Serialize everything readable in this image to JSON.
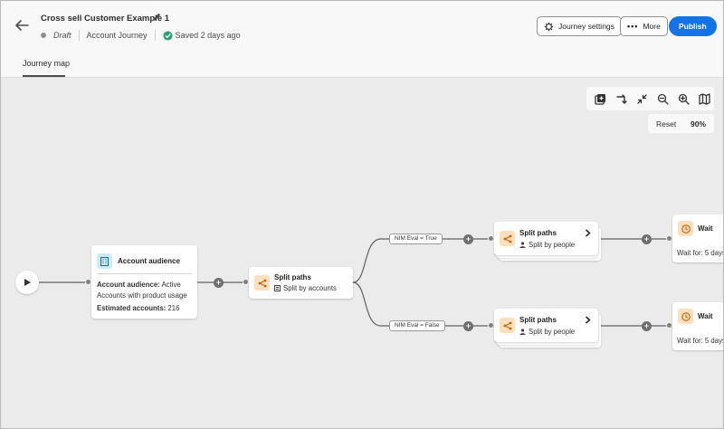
{
  "header": {
    "title": "Cross sell Customer Example 1",
    "status": "Draft",
    "journey_type": "Account Journey",
    "saved_text": "Saved 2 days ago",
    "settings_label": "Journey settings",
    "more_label": "More",
    "publish_label": "Publish"
  },
  "tabs": [
    {
      "label": "Journey map"
    }
  ],
  "toolbar": {
    "tools": [
      "add-node-icon",
      "swap-icon",
      "collapse-icon",
      "zoom-out-icon",
      "zoom-in-icon",
      "map-icon"
    ],
    "reset_label": "Reset",
    "zoom_level": "90%"
  },
  "canvas": {
    "audience": {
      "title": "Account audience",
      "desc_label": "Account audience:",
      "desc_value": " Active Accounts with product usage",
      "est_label": "Estimated accounts:",
      "est_value": " 216"
    },
    "split_main": {
      "title": "Split paths",
      "sub": "Split by accounts"
    },
    "conditions": [
      {
        "label": "NIM Eval = True"
      },
      {
        "label": "NIM Eval = False"
      }
    ],
    "split_people": [
      {
        "title": "Split paths",
        "sub": "Split by people"
      },
      {
        "title": "Split paths",
        "sub": "Split by people"
      }
    ],
    "waits": [
      {
        "title": "Wait",
        "sub": "Wait for: 5 days"
      },
      {
        "title": "Wait",
        "sub": "Wait for: 5 days"
      }
    ]
  },
  "colors": {
    "accent": "#1473e6",
    "canvas": "#ebebeb",
    "audience_icon_bg": "#c9ecf7",
    "split_icon_bg": "#fbe0c0",
    "saved_check": "#2d9d78"
  }
}
